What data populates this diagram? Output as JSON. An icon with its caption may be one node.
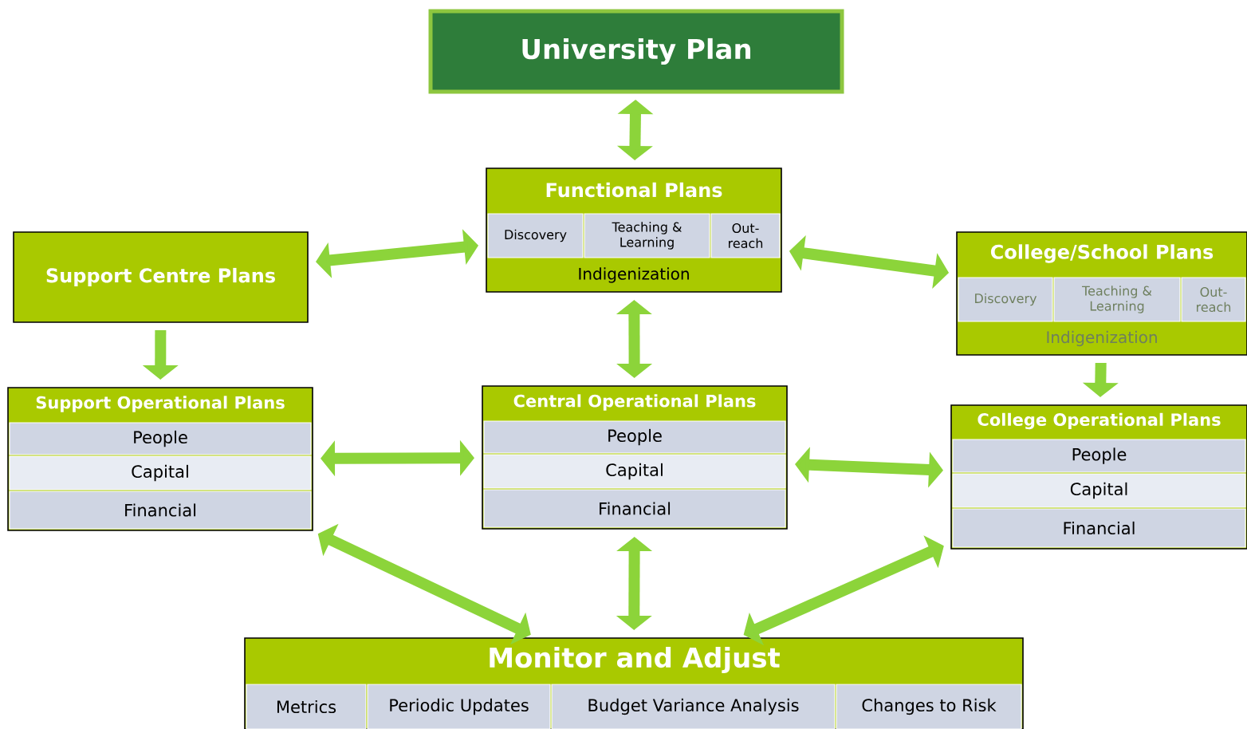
{
  "diagram": {
    "nodes": [
      {
        "text": [
          "University Plan"
        ]
      },
      {
        "text": [
          "Functional Plans"
        ]
      },
      {
        "text": [
          "Discovery"
        ],
        "in": 1
      },
      {
        "text": [
          "Teaching & Learning"
        ],
        "in": 1
      },
      {
        "text": [
          "Out-reach"
        ],
        "in": 1
      },
      {
        "text": [
          "Indigenization"
        ],
        "in": 1
      },
      {
        "text": [
          "Support Centre Plans"
        ]
      },
      {
        "text": [
          "College/School Plans"
        ]
      },
      {
        "text": [
          "Discovery"
        ],
        "in": 7
      },
      {
        "text": [
          "Teaching & Learning"
        ],
        "in": 7
      },
      {
        "text": [
          "Out-reach"
        ],
        "in": 7
      },
      {
        "text": [
          "Indigenization"
        ],
        "in": 7
      },
      {
        "text": [
          "Support Operational Plans"
        ]
      },
      {
        "text": [
          "People"
        ],
        "in": 12
      },
      {
        "text": [
          "Capital"
        ],
        "in": 12
      },
      {
        "text": [
          "Financial"
        ],
        "in": 12
      },
      {
        "text": [
          "Central Operational Plans"
        ]
      },
      {
        "text": [
          "People"
        ],
        "in": 16
      },
      {
        "text": [
          "Capital"
        ],
        "in": 16
      },
      {
        "text": [
          "Financial"
        ],
        "in": 16
      },
      {
        "text": [
          "College Operational Plans"
        ]
      },
      {
        "text": [
          "People"
        ],
        "in": 20
      },
      {
        "text": [
          "Capital"
        ],
        "in": 20
      },
      {
        "text": [
          "Financial"
        ],
        "in": 20
      },
      {
        "text": [
          "Monitor and  Adjust"
        ]
      },
      {
        "text": [
          "Metrics"
        ],
        "in": 24
      },
      {
        "text": [
          "Periodic Updates"
        ],
        "in": 24
      },
      {
        "text": [
          "Budget Variance Analysis"
        ],
        "in": 24
      },
      {
        "text": [
          "Changes to Risk"
        ],
        "in": 24
      }
    ],
    "edges": [
      {
        "from": 0,
        "to": 1,
        "arrow": "both"
      },
      {
        "from": 6,
        "to": 1,
        "arrow": "both"
      },
      {
        "from": 1,
        "to": 7,
        "arrow": "both"
      },
      {
        "from": 6,
        "to": 12,
        "arrow": "to"
      },
      {
        "from": 1,
        "to": 16,
        "arrow": "both"
      },
      {
        "from": 7,
        "to": 20,
        "arrow": "to"
      },
      {
        "from": 12,
        "to": 16,
        "arrow": "both"
      },
      {
        "from": 16,
        "to": 20,
        "arrow": "both"
      },
      {
        "from": 12,
        "to": 24,
        "arrow": "both"
      },
      {
        "from": 16,
        "to": 24,
        "arrow": "both"
      },
      {
        "from": 20,
        "to": 24,
        "arrow": "both"
      }
    ]
  }
}
